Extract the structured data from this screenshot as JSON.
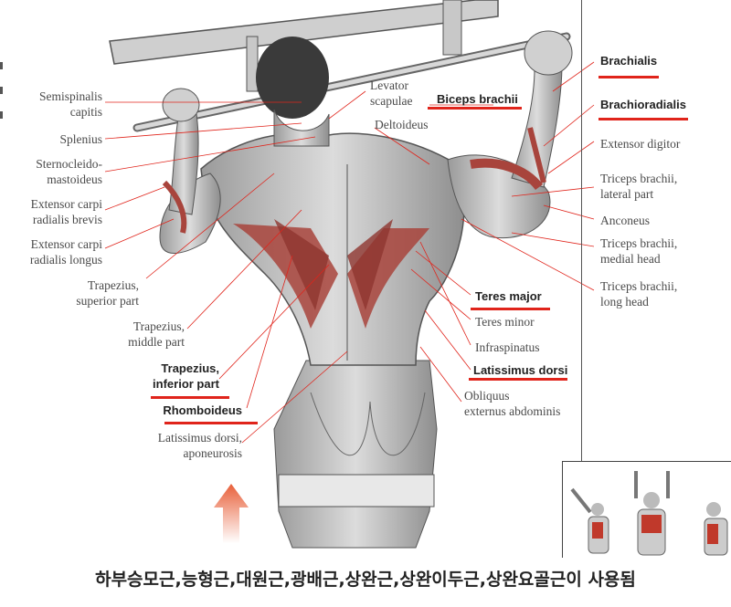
{
  "labels_left": [
    "Semispinalis\ncapitis",
    "Splenius",
    "Sternocleido-\nmastoideus",
    "Extensor carpi\nradialis brevis",
    "Extensor carpi\nradialis longus",
    "Trapezius,\nsuperior part",
    "Trapezius,\nmiddle part",
    "Trapezius,\ninferior part",
    "Rhomboideus",
    "Latissimus dorsi,\naponeurosis"
  ],
  "labels_center": [
    "Levator\nscapulae",
    "Biceps brachii",
    "Deltoideus",
    "Teres major",
    "Teres minor",
    "Infraspinatus",
    "Latissimus dorsi",
    "Obliquus\nexternus abdominis"
  ],
  "labels_right": [
    "Brachialis",
    "Brachioradialis",
    "Extensor digitor",
    "Triceps brachii,\nlateral part",
    "Anconeus",
    "Triceps brachii,\nmedial head",
    "Triceps brachii,\nlong head"
  ],
  "caption": "하부승모근,능형근,대원근,광배근,상완근,상완이두근,상완요골근이 사용됨",
  "colors": {
    "highlight": "#e0241b",
    "muscle": "#a8443c",
    "arrow": "#e8603a"
  }
}
